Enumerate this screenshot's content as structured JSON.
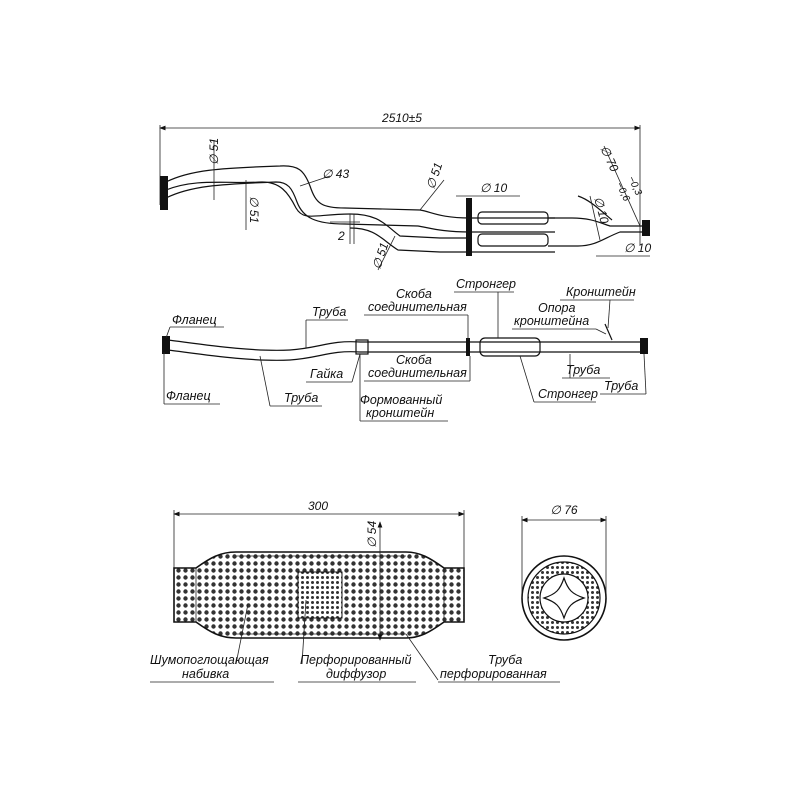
{
  "top_view": {
    "dim_length": "2510±5",
    "dim_d51_a": "∅ 51",
    "dim_d51_b": "∅ 51",
    "dim_d43": "∅ 43",
    "dim_d51_c": "∅ 51",
    "dim_d51_d": "∅ 51",
    "dim_2": "2",
    "dim_d10_a": "∅ 10",
    "dim_d10_b": "∅ 10",
    "dim_d10_c": "∅ 10",
    "dim_d70": "∅ 70",
    "dim_d70_tol_hi": "−0,3",
    "dim_d70_tol_lo": "−0,6"
  },
  "side_view": {
    "flanec_top": "Фланец",
    "truba_top": "Труба",
    "skoba_top_1": "Скоба",
    "skoba_top_2": "соединительная",
    "stronger_top": "Стронгер",
    "kronshtein": "Кронштейн",
    "opora_1": "Опора",
    "opora_2": "кронштейна",
    "flanec_bottom": "Фланец",
    "truba_bottom": "Труба",
    "gaika": "Гайка",
    "skoba_bot_1": "Скоба",
    "skoba_bot_2": "соединительная",
    "formovanny_1": "Формованный",
    "formovanny_2": "кронштейн",
    "stronger_bottom": "Стронгер",
    "truba_right_1": "Труба",
    "truba_right_2": "Труба"
  },
  "section_view": {
    "dim_300": "300",
    "dim_d54": "∅ 54",
    "dim_d76": "∅ 76",
    "label_fill_1": "Шумопоглощающая",
    "label_fill_2": "набивка",
    "label_diffuser_1": "Перфорированный",
    "label_diffuser_2": "диффузор",
    "label_pipe_1": "Труба",
    "label_pipe_2": "перфорированная"
  }
}
